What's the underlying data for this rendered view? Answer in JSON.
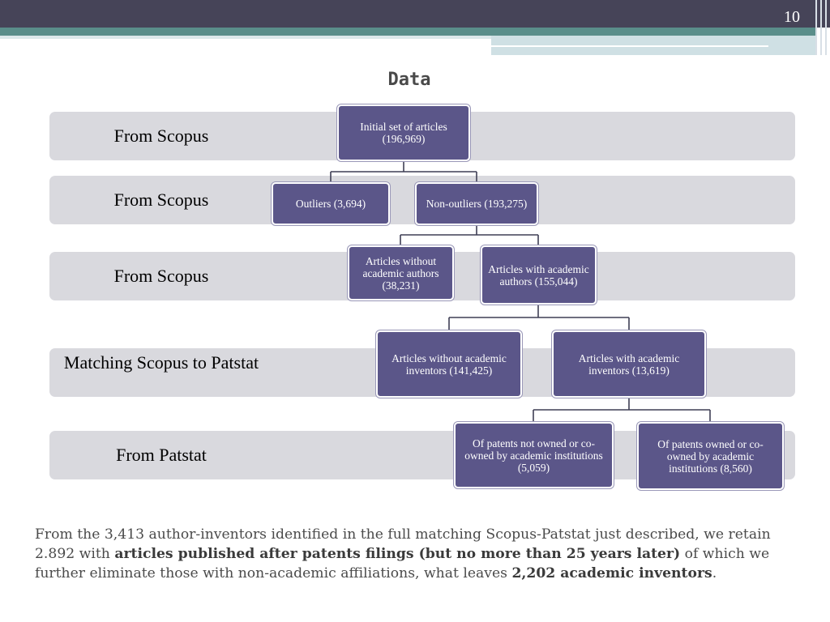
{
  "header": {
    "slide_number": "10",
    "title": "Data"
  },
  "bands": [
    {
      "label": "From Scopus"
    },
    {
      "label": "From Scopus"
    },
    {
      "label": "From Scopus"
    },
    {
      "label": "Matching Scopus to Patstat"
    },
    {
      "label": "From Patstat"
    }
  ],
  "nodes": {
    "initial": "Initial set of articles (196,969)",
    "outliers": "Outliers (3,694)",
    "non_outliers": "Non-outliers (193,275)",
    "without_academic_authors": "Articles without academic authors (38,231)",
    "with_academic_authors": "Articles with academic authors (155,044)",
    "without_academic_inventors": "Articles without academic inventors (141,425)",
    "with_academic_inventors": "Articles with academic inventors (13,619)",
    "patents_not_owned": "Of patents not owned or co-owned by academic institutions (5,059)",
    "patents_owned": "Of patents owned or co-owned by academic institutions (8,560)"
  },
  "summary": {
    "part1": "From the 3,413 author-inventors identified in the full matching Scopus-Patstat just described, we retain 2.892 with ",
    "bold1": "articles published after patents filings (but no more than 25 years later)",
    "part2": " of which we further eliminate those with non-academic affiliations, what leaves ",
    "bold2": "2,202 academic inventors",
    "part3": "."
  },
  "colors": {
    "node_fill": "#5b5689",
    "band_fill": "#d9d9de",
    "header_dark": "#464458",
    "header_teal": "#5a8e8a"
  }
}
